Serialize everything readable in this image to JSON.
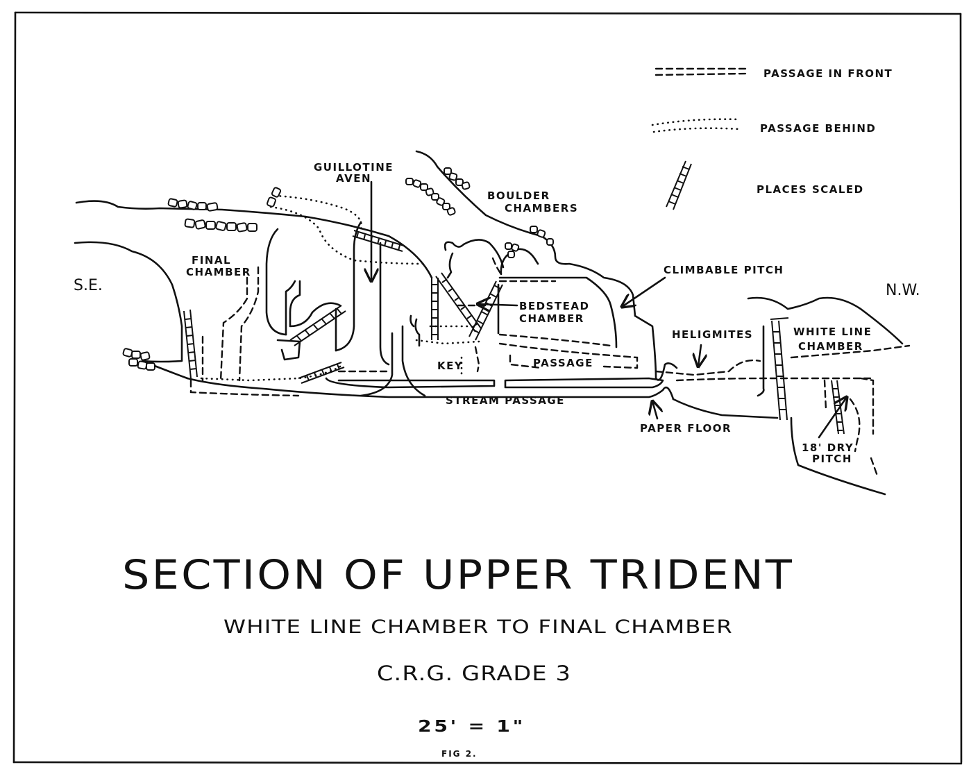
{
  "legend": {
    "in_front": "PASSAGE IN FRONT",
    "behind": "PASSAGE BEHIND",
    "scaled": "PLACES SCALED"
  },
  "directions": {
    "se": "S.E.",
    "nw": "N.W."
  },
  "labels": {
    "guillotine_line1": "GUILLOTINE",
    "guillotine_line2": "AVEN",
    "boulder_line1": "BOULDER",
    "boulder_line2": "CHAMBERS",
    "final_line1": "FINAL",
    "final_line2": "CHAMBER",
    "climbable_pitch": "CLIMBABLE PITCH",
    "bedstead_line1": "BEDSTEAD",
    "bedstead_line2": "CHAMBER",
    "helictites": "HELIGMITES",
    "white_line_line1": "WHITE LINE",
    "white_line_line2": "CHAMBER",
    "key": "KEY",
    "passage": "PASSAGE",
    "stream_passage": "STREAM PASSAGE",
    "paper_floor": "PAPER FLOOR",
    "dry_pitch_line1": "18' DRY",
    "dry_pitch_line2": "PITCH"
  },
  "title": {
    "main": "SECTION OF UPPER TRIDENT",
    "subtitle": "WHITE LINE CHAMBER TO FINAL CHAMBER",
    "grade": "C.R.G. GRADE 3",
    "scale": "25' = 1\"",
    "figure": "FIG 2."
  },
  "colors": {
    "ink": "#111111",
    "paper": "#ffffff"
  }
}
